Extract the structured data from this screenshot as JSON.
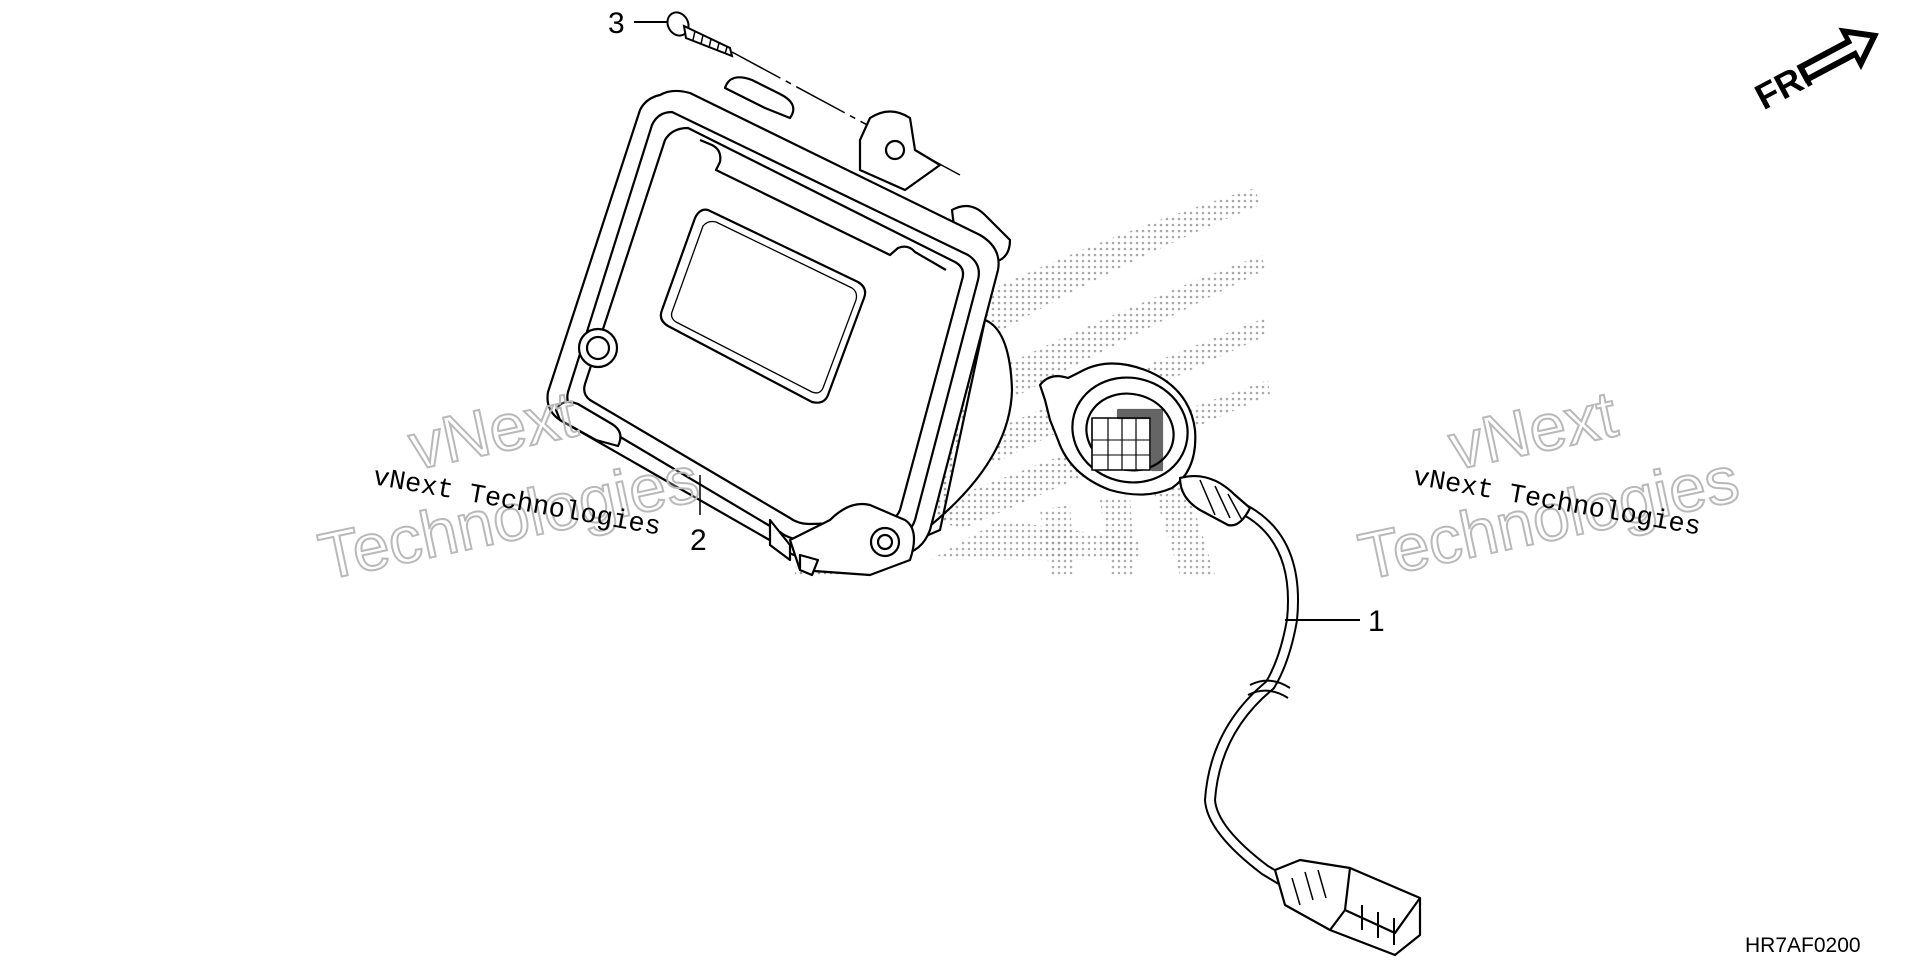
{
  "callouts": {
    "wire_harness": "1",
    "meter_assembly": "2",
    "screw": "3"
  },
  "direction_arrow": {
    "label": "FR."
  },
  "watermark": {
    "line_text": "vNext Technologies",
    "big_word_1": "vNext",
    "big_word_2": "Technologies"
  },
  "drawing_code": "HR7AF0200",
  "colors": {
    "line": "#000000",
    "watermark_outline": "#b9b9b9",
    "dot_pattern": "#9a9a9a",
    "background": "#ffffff"
  }
}
